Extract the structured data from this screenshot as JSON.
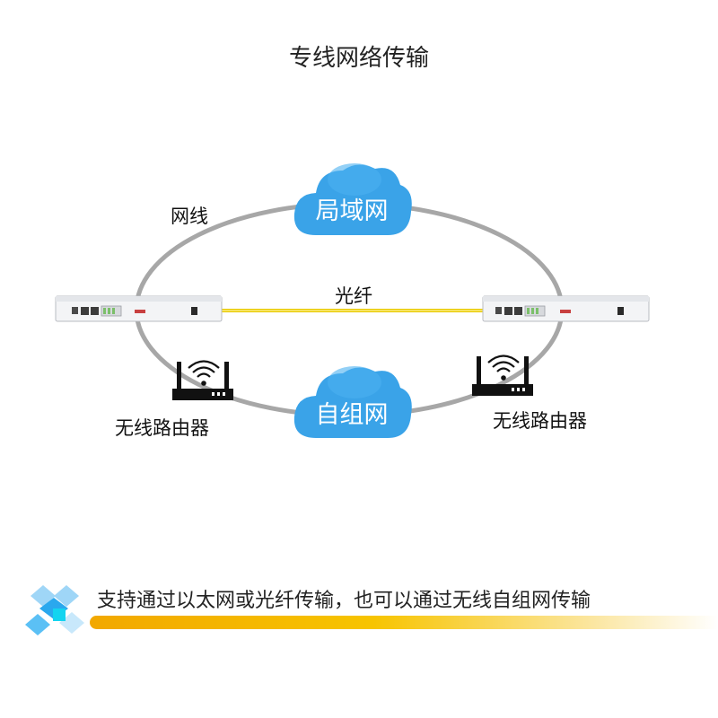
{
  "title": "专线网络传输",
  "labels": {
    "cable": "网线",
    "fiber": "光纤",
    "router_left": "无线路由器",
    "router_right": "无线路由器"
  },
  "clouds": {
    "top": "局域网",
    "bottom": "自组网"
  },
  "caption": "支持通过以太网或光纤传输，也可以通过无线自组网传输",
  "colors": {
    "cloud": "#3aa3e8",
    "ring": "#a7a7a7",
    "fiber": "#f2dd3c",
    "accent_bar": "#f7c400",
    "logo_blue": "#2aa8ee"
  }
}
